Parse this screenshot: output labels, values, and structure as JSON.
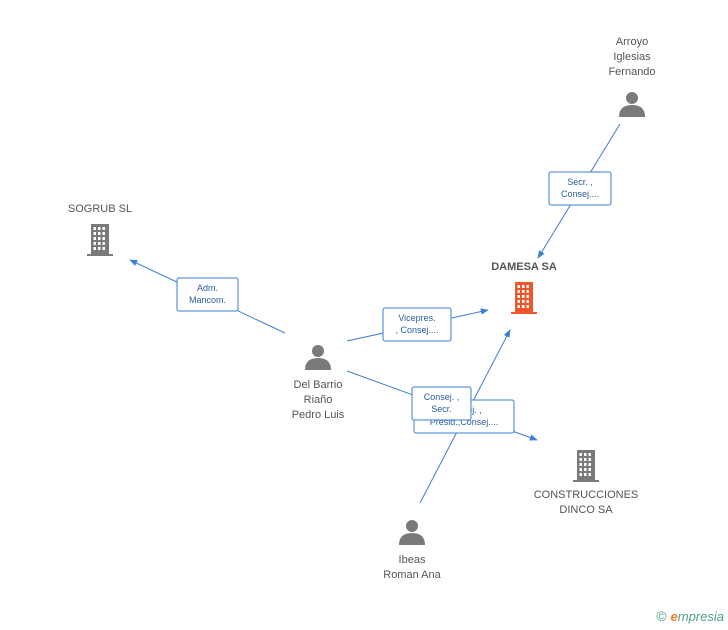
{
  "nodes": [
    {
      "id": "arroyo",
      "kind": "person",
      "label": [
        "Arroyo",
        "Iglesias",
        "Fernando"
      ]
    },
    {
      "id": "sogrub",
      "kind": "company",
      "label": [
        "SOGRUB SL"
      ]
    },
    {
      "id": "damesa",
      "kind": "company-focus",
      "label": [
        "DAMESA SA"
      ]
    },
    {
      "id": "delbarrio",
      "kind": "person",
      "label": [
        "Del Barrio",
        "Riaño",
        "Pedro Luis"
      ]
    },
    {
      "id": "construcciones",
      "kind": "company",
      "label": [
        "CONSTRUCCIONES",
        "DINCO SA"
      ]
    },
    {
      "id": "ibeas",
      "kind": "person",
      "label": [
        "Ibeas",
        "Roman Ana"
      ]
    }
  ],
  "edges": [
    {
      "id": "e1",
      "from": "arroyo",
      "to": "damesa",
      "label": [
        "Secr. ,",
        "Consej...."
      ]
    },
    {
      "id": "e2",
      "from": "delbarrio",
      "to": "sogrub",
      "label": [
        "Adm.",
        "Mancom."
      ]
    },
    {
      "id": "e3",
      "from": "delbarrio",
      "to": "damesa",
      "label": [
        "Vicepres.",
        ", Consej...."
      ]
    },
    {
      "id": "e4",
      "from": "delbarrio",
      "to": "construcciones",
      "label": [
        "Consej. ,",
        "Presid.,Consej...."
      ]
    },
    {
      "id": "e5",
      "from": "ibeas",
      "to": "damesa",
      "label": [
        "Consej. ,",
        "Secr."
      ]
    }
  ],
  "colors": {
    "edge": "#3a7fd5",
    "icon": "#7a7a7a",
    "focus": "#f0552a"
  },
  "footer": {
    "symbol": "©",
    "brand_e": "e",
    "brand_rest": "mpresia"
  }
}
